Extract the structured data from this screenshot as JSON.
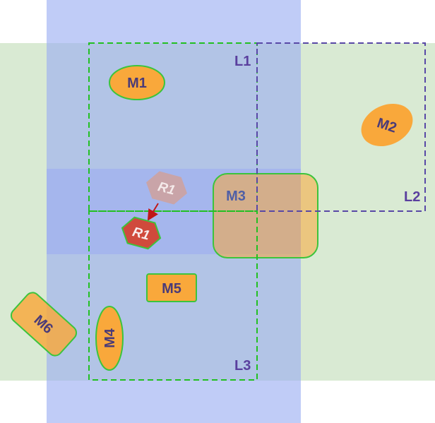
{
  "regions": [
    {
      "id": "L1",
      "label": "L1"
    },
    {
      "id": "L2",
      "label": "L2"
    },
    {
      "id": "L3",
      "label": "L3"
    }
  ],
  "objects": [
    {
      "id": "M1",
      "label": "M1"
    },
    {
      "id": "M2",
      "label": "M2"
    },
    {
      "id": "M3",
      "label": "M3"
    },
    {
      "id": "M4",
      "label": "M4"
    },
    {
      "id": "M5",
      "label": "M5"
    },
    {
      "id": "M6",
      "label": "M6"
    }
  ],
  "robot": {
    "label": "R1",
    "ghost_label": "R1"
  },
  "colors": {
    "green_zone": "#d9ead3",
    "blue_zone": "#9aacf2",
    "object_fill": "#f9a83b",
    "object_stroke": "#3cc43c",
    "label_text": "#4a3b78",
    "region_label": "#5a3f9e",
    "robot_fill": "#d04a3c",
    "robot_stroke": "#3cc43c",
    "robot_ghost": "#c9a4a8",
    "arrow": "#c01818",
    "dashed_green": "#22c022",
    "dashed_purple": "#5848a6"
  }
}
